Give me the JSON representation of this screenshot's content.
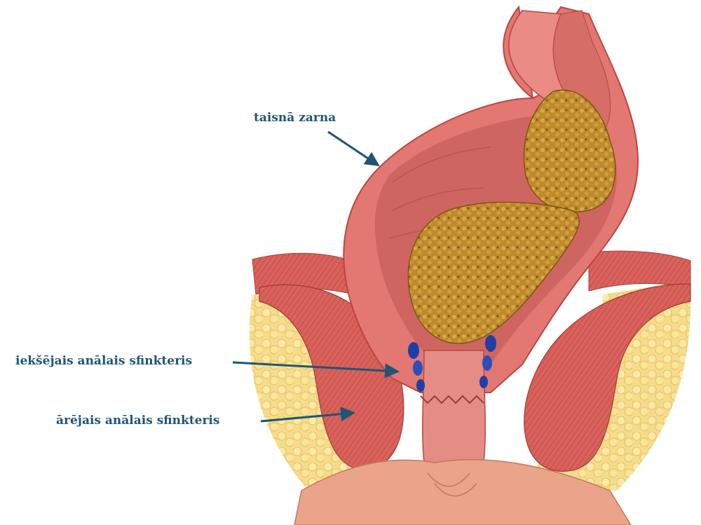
{
  "labels": {
    "rectum": "taisnā zarna",
    "internal_sphincter": "iekšējais anālais sfinkteris",
    "external_sphincter": "ārējais anālais sfinkteris"
  },
  "colors": {
    "label_text": "#1f5577",
    "arrow": "#1f5577",
    "muscle": "#d8605a",
    "muscle_dark": "#b8403e",
    "mucosa": "#e58c86",
    "lumen": "#c95f5b",
    "fat": "#f2d27a",
    "fat_light": "#fbe9a8",
    "stool": "#b88427",
    "stool_dark": "#8a5f17",
    "skin": "#e9a48a",
    "vein": "#1f3fa5"
  }
}
